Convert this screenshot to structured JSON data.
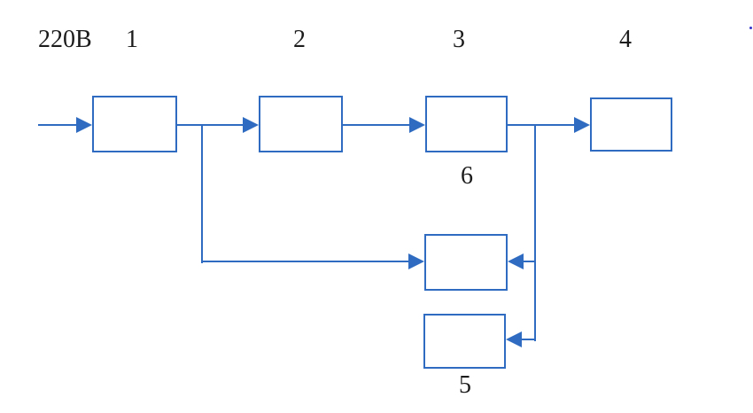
{
  "diagram": {
    "type": "block-diagram",
    "source_label": "220В",
    "labels": {
      "block1": "1",
      "block2": "2",
      "block3": "3",
      "block4": "4",
      "block5": "5",
      "block6": "6"
    },
    "connections": [
      {
        "from": "source-220V",
        "to": "block1",
        "arrow": "right"
      },
      {
        "from": "block1",
        "to": "block2",
        "arrow": "right"
      },
      {
        "from": "block2",
        "to": "block3",
        "arrow": "right"
      },
      {
        "from": "block3",
        "to": "block4",
        "arrow": "right"
      },
      {
        "from": "block1-output-branch",
        "to": "block6-left",
        "arrow": "right"
      },
      {
        "from": "block3-output-branch",
        "to": "block6-right",
        "arrow": "left"
      },
      {
        "from": "block3-output-branch",
        "to": "block5-right",
        "arrow": "left"
      }
    ],
    "colors": {
      "line": "#2e6bc1",
      "text": "#1c1c1c"
    }
  }
}
